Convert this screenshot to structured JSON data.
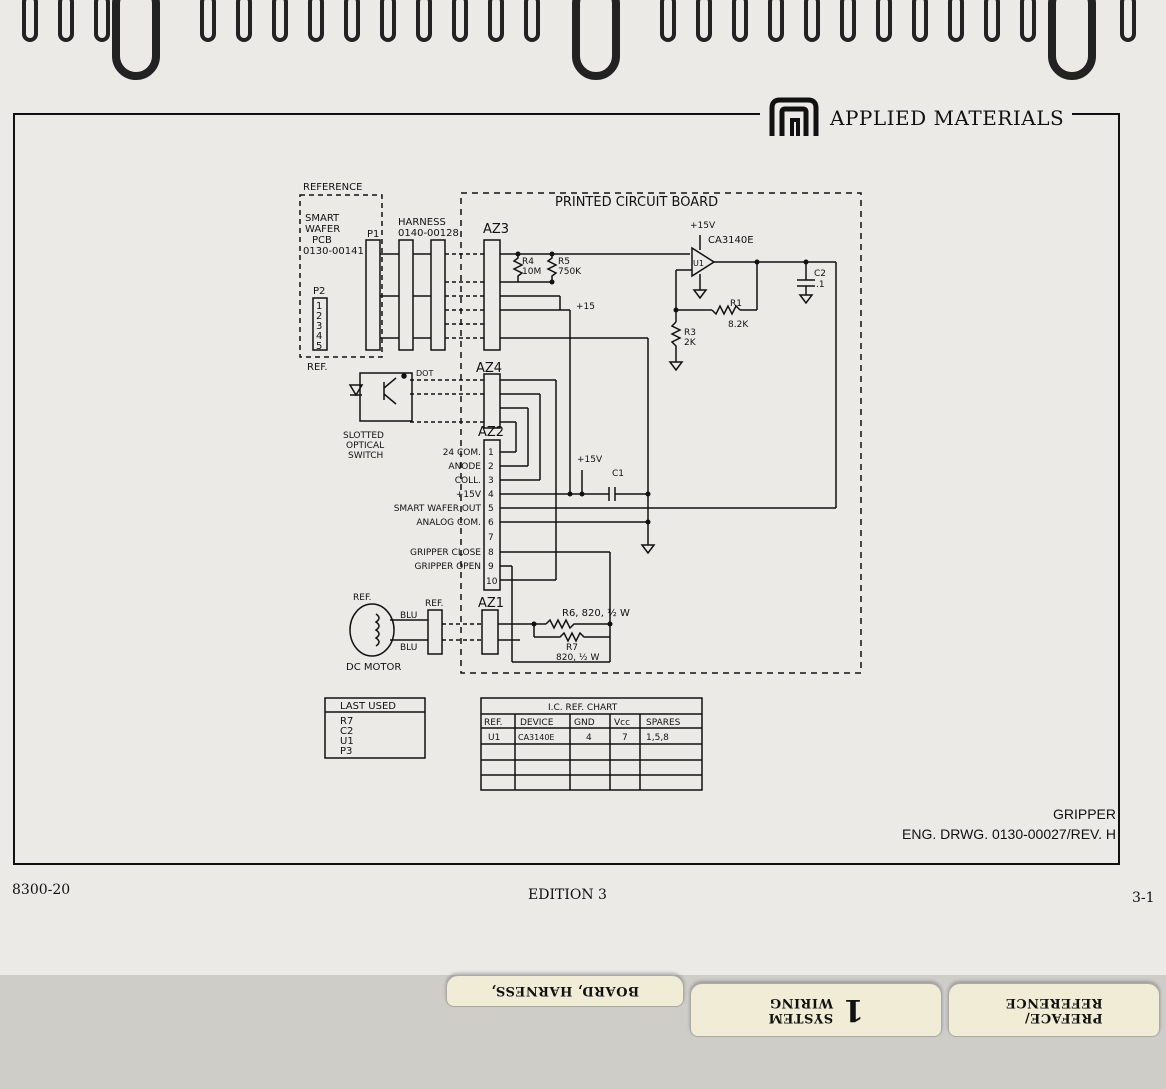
{
  "brand": {
    "name": "APPLIED MATERIALS",
    "logo_icon": "applied-materials-logo-icon"
  },
  "drawing": {
    "title": "GRIPPER",
    "number": "ENG. DRWG. 0130-00027/REV. H"
  },
  "footer": {
    "left": "8300-20",
    "center": "EDITION 3",
    "right": "3-1"
  },
  "schematic": {
    "reference_box": "REFERENCE",
    "smart_wafer": [
      "SMART",
      "WAFER",
      "PCB",
      "0130-00141"
    ],
    "p1": "P1",
    "p2": "P2",
    "p2_pins": [
      "1",
      "2",
      "3",
      "4",
      "5"
    ],
    "ref_label": "REF.",
    "harness": [
      "HARNESS",
      "0140-00128"
    ],
    "pcb_title": "PRINTED CIRCUIT BOARD",
    "az3": "AZ3",
    "az4": "AZ4",
    "az2": "AZ2",
    "az1": "AZ1",
    "r4": [
      "R4",
      "10M"
    ],
    "r5": [
      "R5",
      "750K"
    ],
    "plus15": "+15",
    "plus15v": "+15V",
    "ic": "CA3140E",
    "u1": "U1",
    "r1": [
      "R1",
      "8.2K"
    ],
    "r3": [
      "R3",
      "2K"
    ],
    "c2": [
      "C2",
      ".1"
    ],
    "c1": "C1",
    "dot": "DOT",
    "slotted_switch": [
      "SLOTTED",
      "OPTICAL",
      "SWITCH"
    ],
    "az2_labels": [
      "24 COM.",
      "ANODE",
      "COLL.",
      "+15V",
      "SMART WAFER OUT",
      "ANALOG COM.",
      "",
      "GRIPPER CLOSE",
      "GRIPPER OPEN",
      ""
    ],
    "az2_pins": [
      "1",
      "2",
      "3",
      "4",
      "5",
      "6",
      "7",
      "8",
      "9",
      "10"
    ],
    "motor_ref": "REF.",
    "blu": "BLU",
    "dc_motor": "DC MOTOR",
    "r6": "R6, 820, ½ W",
    "r7": [
      "R7",
      "820, ½ W"
    ]
  },
  "last_used": {
    "title": "LAST USED",
    "items": [
      "R7",
      "C2",
      "U1",
      "P3"
    ]
  },
  "ic_chart": {
    "title": "I.C. REF. CHART",
    "headers": [
      "REF.",
      "DEVICE",
      "GND",
      "Vcc",
      "SPARES"
    ],
    "rows": [
      [
        "U1",
        "CA3140E",
        "4",
        "7",
        "1,5,8"
      ]
    ]
  },
  "tabs": [
    {
      "number": "",
      "label_line1": "BOARD, HARNESS,",
      "label_line2": ""
    },
    {
      "number": "1",
      "label_line1": "SYSTEM",
      "label_line2": "WIRING"
    },
    {
      "number": "",
      "label_line1": "PREFACE/",
      "label_line2": "REFERENCE"
    }
  ]
}
